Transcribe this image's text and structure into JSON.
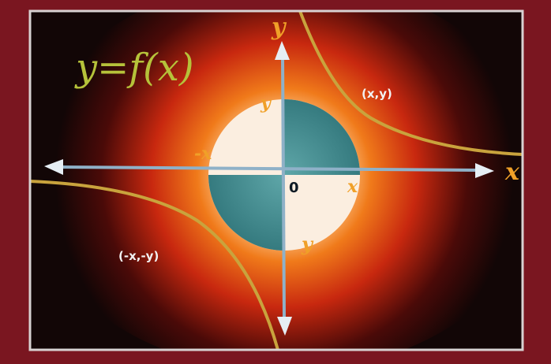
{
  "title": "y=f(x)",
  "axes": {
    "x_label": "x",
    "y_label": "y",
    "origin_label": "0"
  },
  "quadrant_labels": {
    "upper_y": "y",
    "left_x": "-x",
    "right_x": "x",
    "lower_y": "y"
  },
  "curves": {
    "upper_right_point": "(x,y)",
    "lower_left_point": "(-x,-y)"
  },
  "colors": {
    "frame": "#d8d2d2",
    "background_outer": "#7a1620",
    "panel_dark": "#120606",
    "glow_red": "#c8280f",
    "glow_orange": "#f07a1a",
    "glow_white": "#fff3e6",
    "teal_square": "#3e8a8e",
    "axis": "#8fb1c8",
    "curve": "#c9a33d",
    "title": "#b6c23a",
    "label_orange": "#f0a028",
    "label_white": "#f2f2f2"
  }
}
